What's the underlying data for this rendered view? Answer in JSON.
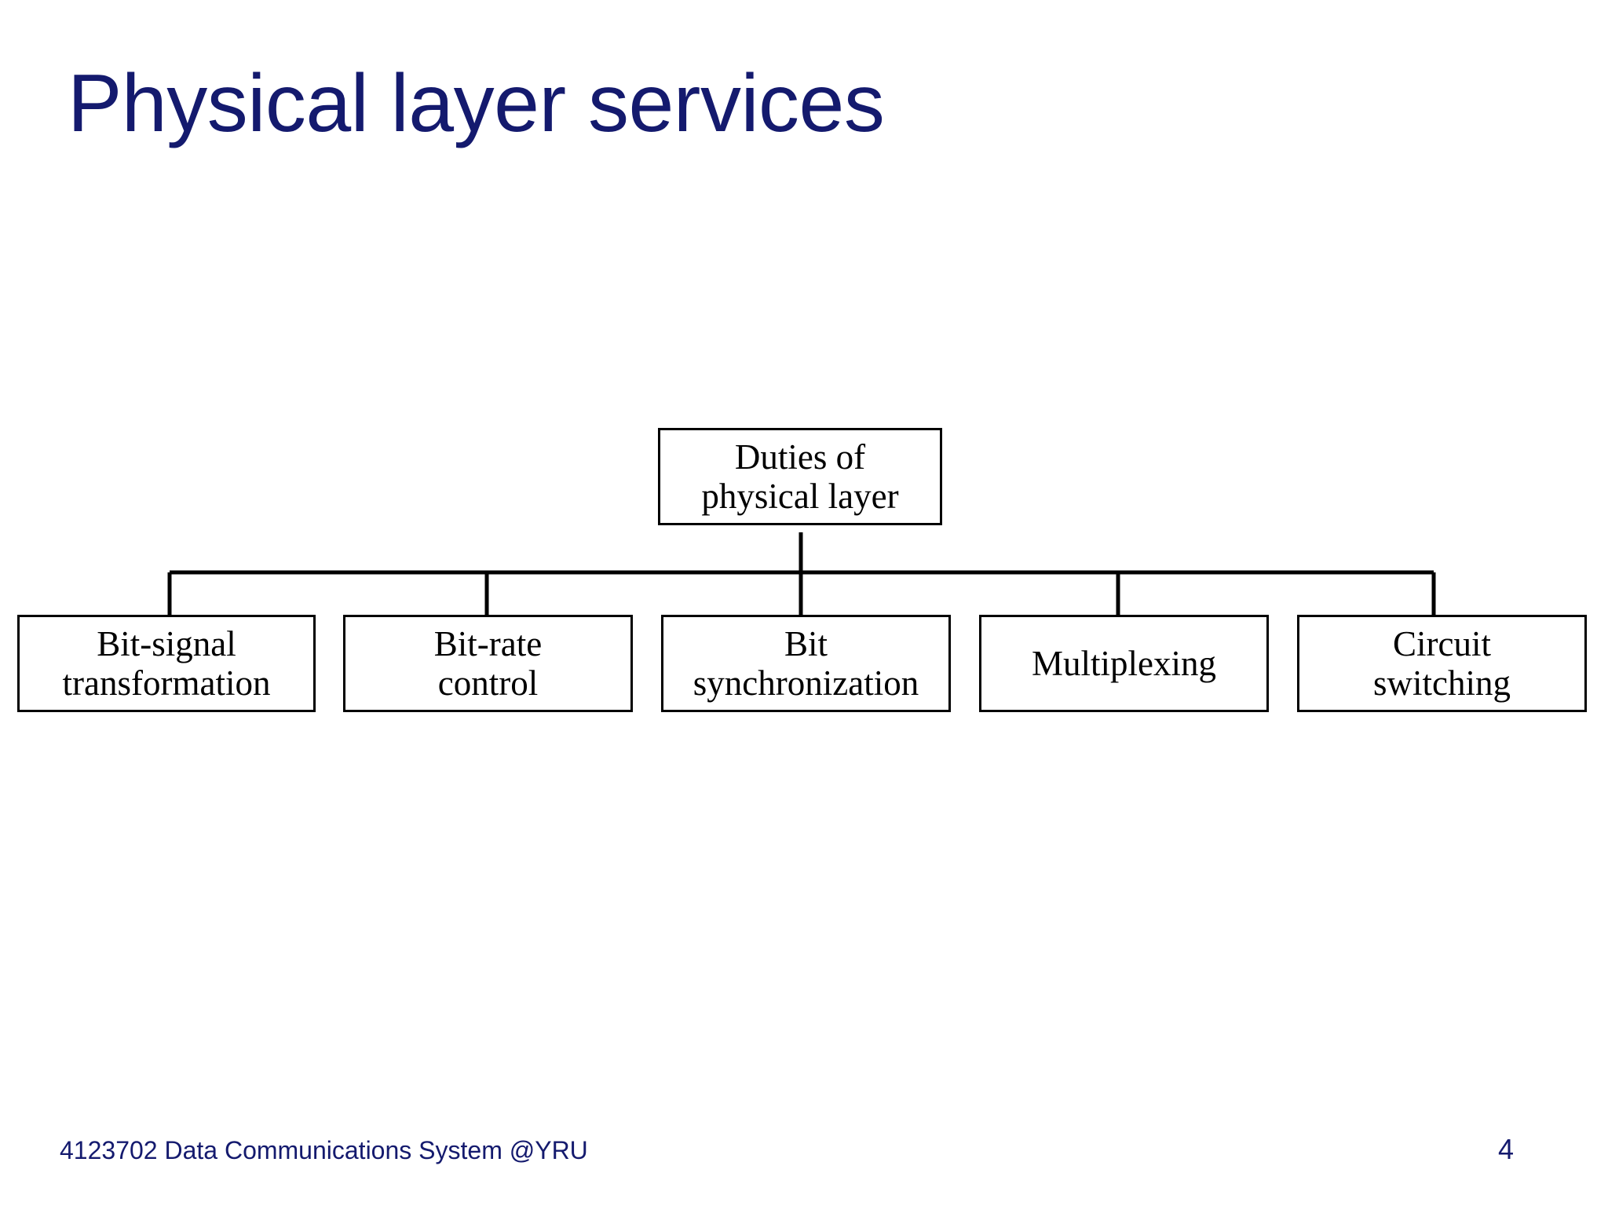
{
  "slide": {
    "title": "Physical layer services",
    "title_color": "#141a6e",
    "background_color": "#ffffff",
    "footer": "4123702 Data Communications System @YRU",
    "page_number": "4"
  },
  "diagram": {
    "type": "tree",
    "line_color": "#000000",
    "box_fill": "#ffffff",
    "box_border_color": "#000000",
    "shadow_color": "#000000",
    "root": {
      "label": "Duties of physical layer",
      "line1": "Duties of",
      "line2": "physical layer"
    },
    "children": [
      {
        "label": "Bit-signal transformation",
        "line1": "Bit-signal",
        "line2": "transformation"
      },
      {
        "label": "Bit-rate control",
        "line1": "Bit-rate",
        "line2": "control"
      },
      {
        "label": "Bit synchronization",
        "line1": "Bit",
        "line2": "synchronization"
      },
      {
        "label": "Multiplexing",
        "line1": "Multiplexing",
        "line2": ""
      },
      {
        "label": "Circuit switching",
        "line1": "Circuit",
        "line2": "switching"
      }
    ]
  }
}
